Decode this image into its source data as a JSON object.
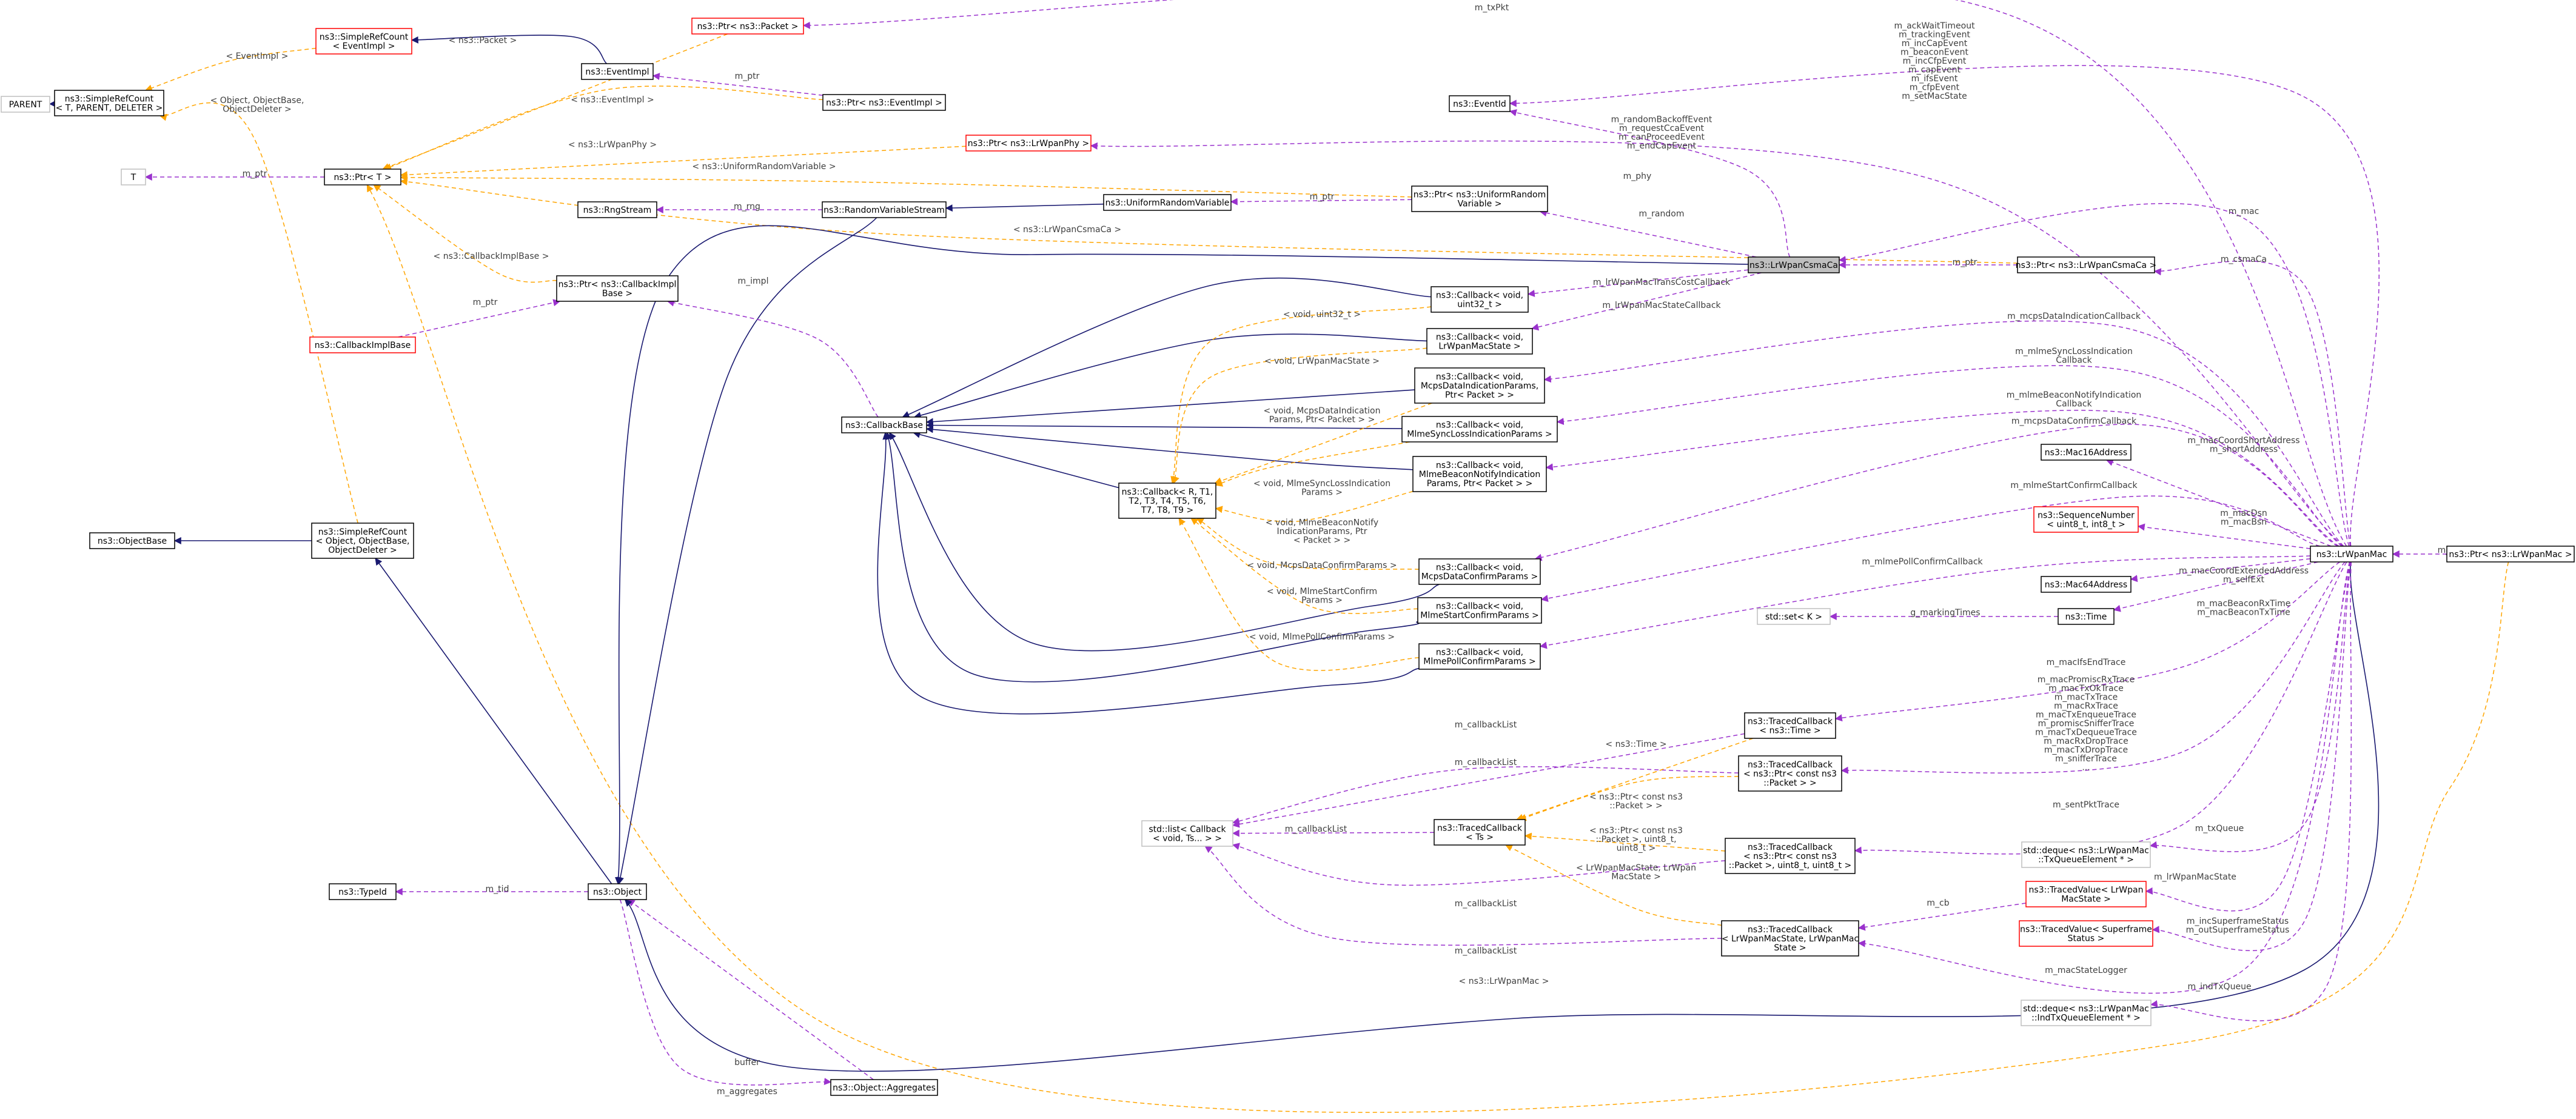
{
  "nodes": [
    {
      "id": "parent",
      "kind": "gray",
      "lines": [
        "PARENT"
      ]
    },
    {
      "id": "src_t",
      "kind": "black",
      "lines": [
        "ns3::SimpleRefCount",
        "< T, PARENT, DELETER >"
      ]
    },
    {
      "id": "src_ev",
      "kind": "red",
      "lines": [
        "ns3::SimpleRefCount",
        "< EventImpl >"
      ]
    },
    {
      "id": "t",
      "kind": "gray",
      "lines": [
        "T"
      ]
    },
    {
      "id": "ptr_t",
      "kind": "black",
      "lines": [
        "ns3::Ptr< T >"
      ]
    },
    {
      "id": "rng",
      "kind": "black",
      "lines": [
        "ns3::RngStream"
      ]
    },
    {
      "id": "ptr_cbimpl",
      "kind": "black",
      "lines": [
        "ns3::Ptr< ns3::CallbackImpl",
        "Base >"
      ]
    },
    {
      "id": "cbimplbase",
      "kind": "red",
      "lines": [
        "ns3::CallbackImplBase"
      ]
    },
    {
      "id": "objbase",
      "kind": "black",
      "lines": [
        "ns3::ObjectBase"
      ]
    },
    {
      "id": "src_obj",
      "kind": "black",
      "lines": [
        "ns3::SimpleRefCount",
        "< Object, ObjectBase,",
        "ObjectDeleter >"
      ]
    },
    {
      "id": "typeid",
      "kind": "black",
      "lines": [
        "ns3::TypeId"
      ]
    },
    {
      "id": "object",
      "kind": "black",
      "lines": [
        "ns3::Object"
      ]
    },
    {
      "id": "aggregates",
      "kind": "black",
      "lines": [
        "ns3::Object::Aggregates"
      ]
    },
    {
      "id": "ptr_packet",
      "kind": "red",
      "lines": [
        "ns3::Ptr< ns3::Packet >"
      ]
    },
    {
      "id": "eventimpl",
      "kind": "black",
      "lines": [
        "ns3::EventImpl"
      ]
    },
    {
      "id": "ptr_eventimpl",
      "kind": "black",
      "lines": [
        "ns3::Ptr< ns3::EventImpl >"
      ]
    },
    {
      "id": "ptr_phy",
      "kind": "red",
      "lines": [
        "ns3::Ptr< ns3::LrWpanPhy >"
      ]
    },
    {
      "id": "rvs",
      "kind": "black",
      "lines": [
        "ns3::RandomVariableStream"
      ]
    },
    {
      "id": "urv",
      "kind": "black",
      "lines": [
        "ns3::UniformRandomVariable"
      ]
    },
    {
      "id": "ptr_urv",
      "kind": "black",
      "lines": [
        "ns3::Ptr< ns3::UniformRandom",
        "Variable >"
      ]
    },
    {
      "id": "eventid",
      "kind": "black",
      "lines": [
        "ns3::EventId"
      ]
    },
    {
      "id": "csmaca",
      "kind": "focus",
      "lines": [
        "ns3::LrWpanCsmaCa"
      ]
    },
    {
      "id": "ptr_csmaca",
      "kind": "black",
      "lines": [
        "ns3::Ptr< ns3::LrWpanCsmaCa >"
      ]
    },
    {
      "id": "cbbase",
      "kind": "black",
      "lines": [
        "ns3::CallbackBase"
      ]
    },
    {
      "id": "cb_template",
      "kind": "black",
      "lines": [
        "ns3::Callback< R, T1,",
        "T2, T3, T4, T5, T6,",
        "T7, T8, T9 >"
      ]
    },
    {
      "id": "cb_u32",
      "kind": "black",
      "lines": [
        "ns3::Callback< void,",
        "uint32_t >"
      ]
    },
    {
      "id": "cb_macstate",
      "kind": "black",
      "lines": [
        "ns3::Callback< void,",
        "LrWpanMacState >"
      ]
    },
    {
      "id": "cb_mcpsind",
      "kind": "black",
      "lines": [
        "ns3::Callback< void,",
        "McpsDataIndicationParams,",
        "Ptr< Packet > >"
      ]
    },
    {
      "id": "cb_syncloss",
      "kind": "black",
      "lines": [
        "ns3::Callback< void,",
        "MlmeSyncLossIndicationParams >"
      ]
    },
    {
      "id": "cb_beacon",
      "kind": "black",
      "lines": [
        "ns3::Callback< void,",
        "MlmeBeaconNotifyIndication",
        "Params, Ptr< Packet > >"
      ]
    },
    {
      "id": "cb_mcpsconf",
      "kind": "black",
      "lines": [
        "ns3::Callback< void,",
        "McpsDataConfirmParams >"
      ]
    },
    {
      "id": "cb_startconf",
      "kind": "black",
      "lines": [
        "ns3::Callback< void,",
        "MlmeStartConfirmParams >"
      ]
    },
    {
      "id": "cb_pollconf",
      "kind": "black",
      "lines": [
        "ns3::Callback< void,",
        "MlmePollConfirmParams >"
      ]
    },
    {
      "id": "stdlist",
      "kind": "gray",
      "lines": [
        "std::list< Callback",
        "< void, Ts... > >"
      ]
    },
    {
      "id": "tcb_time",
      "kind": "black",
      "lines": [
        "ns3::TracedCallback",
        "< ns3::Time >"
      ]
    },
    {
      "id": "tcb_pkt",
      "kind": "black",
      "lines": [
        "ns3::TracedCallback",
        "< ns3::Ptr< const ns3",
        "::Packet > >"
      ]
    },
    {
      "id": "tcb_ts",
      "kind": "black",
      "lines": [
        "ns3::TracedCallback",
        "< Ts >"
      ]
    },
    {
      "id": "tcb_pkt2",
      "kind": "black",
      "lines": [
        "ns3::TracedCallback",
        "< ns3::Ptr< const ns3",
        "::Packet >, uint8_t, uint8_t >"
      ]
    },
    {
      "id": "tcb_state",
      "kind": "black",
      "lines": [
        "ns3::TracedCallback",
        "< LrWpanMacState, LrWpanMac",
        "State >"
      ]
    },
    {
      "id": "mac16",
      "kind": "black",
      "lines": [
        "ns3::Mac16Address"
      ]
    },
    {
      "id": "seqnum",
      "kind": "red",
      "lines": [
        "ns3::SequenceNumber",
        "< uint8_t, int8_t >"
      ]
    },
    {
      "id": "mac64",
      "kind": "black",
      "lines": [
        "ns3::Mac64Address"
      ]
    },
    {
      "id": "stdset",
      "kind": "gray",
      "lines": [
        "std::set< K >"
      ]
    },
    {
      "id": "time",
      "kind": "black",
      "lines": [
        "ns3::Time"
      ]
    },
    {
      "id": "deque_tx",
      "kind": "gray",
      "lines": [
        "std::deque< ns3::LrWpanMac",
        "::TxQueueElement * >"
      ]
    },
    {
      "id": "tv_state",
      "kind": "red",
      "lines": [
        "ns3::TracedValue< LrWpan",
        "MacState >"
      ]
    },
    {
      "id": "tv_sf",
      "kind": "red",
      "lines": [
        "ns3::TracedValue< Superframe",
        "Status >"
      ]
    },
    {
      "id": "deque_ind",
      "kind": "gray",
      "lines": [
        "std::deque< ns3::LrWpanMac",
        "::IndTxQueueElement * >"
      ]
    },
    {
      "id": "lrwpanmac",
      "kind": "black",
      "lines": [
        "ns3::LrWpanMac"
      ]
    },
    {
      "id": "ptr_mac",
      "kind": "black",
      "lines": [
        "ns3::Ptr< ns3::LrWpanMac >"
      ]
    }
  ],
  "edges": [
    {
      "id": "e01",
      "kind": "inh",
      "from": "src_t",
      "to": "parent",
      "label": []
    },
    {
      "id": "e02",
      "kind": "tpl",
      "from": "src_ev",
      "to": "src_t",
      "label": [
        "< EventImpl >"
      ]
    },
    {
      "id": "e03",
      "kind": "inh",
      "from": "eventimpl",
      "to": "src_ev",
      "label": []
    },
    {
      "id": "e04",
      "kind": "tpl",
      "from": "src_obj",
      "to": "src_t",
      "label": [
        "< Object, ObjectBase,",
        "ObjectDeleter >"
      ]
    },
    {
      "id": "e05",
      "kind": "inh",
      "from": "src_obj",
      "to": "objbase",
      "label": []
    },
    {
      "id": "e06",
      "kind": "use",
      "from": "ptr_t",
      "to": "t",
      "label": [
        "m_ptr"
      ]
    },
    {
      "id": "e07",
      "kind": "tpl",
      "from": "ptr_packet",
      "to": "ptr_t",
      "label": [
        "< ns3::Packet >"
      ]
    },
    {
      "id": "e08",
      "kind": "tpl",
      "from": "ptr_eventimpl",
      "to": "ptr_t",
      "label": [
        "< ns3::EventImpl >"
      ]
    },
    {
      "id": "e09",
      "kind": "tpl",
      "from": "ptr_phy",
      "to": "ptr_t",
      "label": [
        "< ns3::LrWpanPhy >"
      ]
    },
    {
      "id": "e10",
      "kind": "tpl",
      "from": "ptr_urv",
      "to": "ptr_t",
      "label": [
        "< ns3::UniformRandomVariable >"
      ]
    },
    {
      "id": "e11",
      "kind": "tpl",
      "from": "ptr_csmaca",
      "to": "ptr_t",
      "label": [
        "< ns3::LrWpanCsmaCa >"
      ]
    },
    {
      "id": "e12",
      "kind": "tpl",
      "from": "ptr_cbimpl",
      "to": "ptr_t",
      "label": [
        "< ns3::CallbackImplBase >"
      ]
    },
    {
      "id": "e13",
      "kind": "tpl",
      "from": "ptr_mac",
      "to": "ptr_t",
      "label": [
        "< ns3::LrWpanMac >"
      ]
    },
    {
      "id": "e14",
      "kind": "use",
      "from": "ptr_eventimpl",
      "to": "eventimpl",
      "label": [
        "m_ptr"
      ]
    },
    {
      "id": "e15",
      "kind": "use",
      "from": "rvs",
      "to": "rng",
      "label": [
        "m_rng"
      ]
    },
    {
      "id": "e16",
      "kind": "inh",
      "from": "urv",
      "to": "rvs",
      "label": []
    },
    {
      "id": "e17",
      "kind": "inh",
      "from": "rvs",
      "to": "object",
      "label": []
    },
    {
      "id": "e18",
      "kind": "use",
      "from": "ptr_urv",
      "to": "urv",
      "label": [
        "m_ptr"
      ]
    },
    {
      "id": "e19",
      "kind": "use",
      "from": "cbimplbase",
      "to": "ptr_cbimpl",
      "label": [
        "m_ptr"
      ]
    },
    {
      "id": "e20",
      "kind": "use",
      "from": "cbbase",
      "to": "ptr_cbimpl",
      "label": [
        "m_impl"
      ]
    },
    {
      "id": "e21",
      "kind": "inh",
      "from": "object",
      "to": "src_obj",
      "label": []
    },
    {
      "id": "e22",
      "kind": "use",
      "from": "object",
      "to": "typeid",
      "label": [
        "m_tid"
      ]
    },
    {
      "id": "e23",
      "kind": "use",
      "from": "aggregates",
      "to": "object",
      "label": [
        "buffer"
      ]
    },
    {
      "id": "e24",
      "kind": "use",
      "from": "object",
      "to": "aggregates",
      "label": [
        "m_aggregates"
      ]
    },
    {
      "id": "e25",
      "kind": "inh",
      "from": "csmaca",
      "to": "object",
      "label": []
    },
    {
      "id": "e26",
      "kind": "use",
      "from": "ptr_csmaca",
      "to": "csmaca",
      "label": [
        "m_ptr"
      ]
    },
    {
      "id": "e27",
      "kind": "use",
      "from": "csmaca",
      "to": "eventid",
      "label": [
        "m_randomBackoffEvent",
        "m_requestCcaEvent",
        "m_canProceedEvent",
        "m_endCapEvent"
      ]
    },
    {
      "id": "e28",
      "kind": "use",
      "from": "csmaca",
      "to": "ptr_urv",
      "label": [
        "m_random"
      ]
    },
    {
      "id": "e29",
      "kind": "use",
      "from": "csmaca",
      "to": "cb_u32",
      "label": [
        "m_lrWpanMacTransCostCallback"
      ]
    },
    {
      "id": "e30",
      "kind": "use",
      "from": "csmaca",
      "to": "cb_macstate",
      "label": [
        "m_lrWpanMacStateCallback"
      ]
    },
    {
      "id": "e31",
      "kind": "inh",
      "from": "cb_template",
      "to": "cbbase",
      "label": []
    },
    {
      "id": "e32",
      "kind": "inh",
      "from": "cb_u32",
      "to": "cbbase",
      "label": []
    },
    {
      "id": "e33",
      "kind": "inh",
      "from": "cb_macstate",
      "to": "cbbase",
      "label": []
    },
    {
      "id": "e34",
      "kind": "inh",
      "from": "cb_mcpsind",
      "to": "cbbase",
      "label": []
    },
    {
      "id": "e35",
      "kind": "inh",
      "from": "cb_syncloss",
      "to": "cbbase",
      "label": []
    },
    {
      "id": "e36",
      "kind": "inh",
      "from": "cb_beacon",
      "to": "cbbase",
      "label": []
    },
    {
      "id": "e37",
      "kind": "inh",
      "from": "cb_mcpsconf",
      "to": "cbbase",
      "label": []
    },
    {
      "id": "e38",
      "kind": "inh",
      "from": "cb_startconf",
      "to": "cbbase",
      "label": []
    },
    {
      "id": "e39",
      "kind": "inh",
      "from": "cb_pollconf",
      "to": "cbbase",
      "label": []
    },
    {
      "id": "e40",
      "kind": "tpl",
      "from": "cb_u32",
      "to": "cb_template",
      "label": [
        "< void, uint32_t >"
      ]
    },
    {
      "id": "e41",
      "kind": "tpl",
      "from": "cb_macstate",
      "to": "cb_template",
      "label": [
        "< void, LrWpanMacState >"
      ]
    },
    {
      "id": "e42",
      "kind": "tpl",
      "from": "cb_mcpsind",
      "to": "cb_template",
      "label": [
        "< void, McpsDataIndication",
        "Params, Ptr< Packet > >"
      ]
    },
    {
      "id": "e43",
      "kind": "tpl",
      "from": "cb_syncloss",
      "to": "cb_template",
      "label": [
        "< void, MlmeSyncLossIndication",
        "Params >"
      ]
    },
    {
      "id": "e44",
      "kind": "tpl",
      "from": "cb_beacon",
      "to": "cb_template",
      "label": [
        "< void, MlmeBeaconNotify",
        "IndicationParams, Ptr",
        "< Packet > >"
      ]
    },
    {
      "id": "e45",
      "kind": "tpl",
      "from": "cb_mcpsconf",
      "to": "cb_template",
      "label": [
        "< void, McpsDataConfirmParams >"
      ]
    },
    {
      "id": "e46",
      "kind": "tpl",
      "from": "cb_startconf",
      "to": "cb_template",
      "label": [
        "< void, MlmeStartConfirm",
        "Params >"
      ]
    },
    {
      "id": "e47",
      "kind": "tpl",
      "from": "cb_pollconf",
      "to": "cb_template",
      "label": [
        "< void, MlmePollConfirmParams >"
      ]
    },
    {
      "id": "e48",
      "kind": "use",
      "from": "tcb_time",
      "to": "stdlist",
      "label": [
        "m_callbackList"
      ]
    },
    {
      "id": "e49",
      "kind": "use",
      "from": "tcb_pkt",
      "to": "stdlist",
      "label": [
        "m_callbackList"
      ]
    },
    {
      "id": "e50",
      "kind": "use",
      "from": "tcb_ts",
      "to": "stdlist",
      "label": [
        "m_callbackList"
      ]
    },
    {
      "id": "e51",
      "kind": "use",
      "from": "tcb_pkt2",
      "to": "stdlist",
      "label": [
        "m_callbackList"
      ]
    },
    {
      "id": "e52",
      "kind": "use",
      "from": "tcb_state",
      "to": "stdlist",
      "label": [
        "m_callbackList"
      ]
    },
    {
      "id": "e53",
      "kind": "tpl",
      "from": "tcb_time",
      "to": "tcb_ts",
      "label": [
        "< ns3::Time >"
      ]
    },
    {
      "id": "e54",
      "kind": "tpl",
      "from": "tcb_pkt",
      "to": "tcb_ts",
      "label": [
        "< ns3::Ptr< const ns3",
        "::Packet > >"
      ]
    },
    {
      "id": "e55",
      "kind": "tpl",
      "from": "tcb_pkt2",
      "to": "tcb_ts",
      "label": [
        "< ns3::Ptr< const ns3",
        "::Packet >, uint8_t,",
        "uint8_t >"
      ]
    },
    {
      "id": "e56",
      "kind": "tpl",
      "from": "tcb_state",
      "to": "tcb_ts",
      "label": [
        "< LrWpanMacState, LrWpan",
        "MacState >"
      ]
    },
    {
      "id": "e57",
      "kind": "use",
      "from": "time",
      "to": "stdset",
      "label": [
        "g_markingTimes"
      ]
    },
    {
      "id": "e58",
      "kind": "inh",
      "from": "lrwpanmac",
      "to": "object",
      "label": []
    },
    {
      "id": "e59",
      "kind": "use",
      "from": "ptr_mac",
      "to": "lrwpanmac",
      "label": [
        "m_ptr"
      ]
    },
    {
      "id": "e60",
      "kind": "use",
      "from": "lrwpanmac",
      "to": "ptr_packet",
      "label": [
        "m_txPkt"
      ]
    },
    {
      "id": "e61",
      "kind": "use",
      "from": "lrwpanmac",
      "to": "eventid",
      "label": [
        "m_ackWaitTimeout",
        "m_trackingEvent",
        "m_incCapEvent",
        "m_beaconEvent",
        "m_incCfpEvent",
        "m_capEvent",
        "m_ifsEvent",
        "m_cfpEvent",
        "m_setMacState"
      ]
    },
    {
      "id": "e62",
      "kind": "use",
      "from": "lrwpanmac",
      "to": "ptr_phy",
      "label": [
        "m_phy"
      ]
    },
    {
      "id": "e63",
      "kind": "use",
      "from": "lrwpanmac",
      "to": "ptr_csmaca",
      "label": [
        "m_csmaCa"
      ]
    },
    {
      "id": "e64",
      "kind": "use",
      "from": "lrwpanmac",
      "to": "csmaca",
      "label": [
        "m_mac"
      ]
    },
    {
      "id": "e65",
      "kind": "use",
      "from": "lrwpanmac",
      "to": "cb_mcpsind",
      "label": [
        "m_mcpsDataIndicationCallback"
      ]
    },
    {
      "id": "e66",
      "kind": "use",
      "from": "lrwpanmac",
      "to": "cb_syncloss",
      "label": [
        "m_mlmeSyncLossIndication",
        "Callback"
      ]
    },
    {
      "id": "e67",
      "kind": "use",
      "from": "lrwpanmac",
      "to": "cb_beacon",
      "label": [
        "m_mlmeBeaconNotifyIndication",
        "Callback"
      ]
    },
    {
      "id": "e68",
      "kind": "use",
      "from": "lrwpanmac",
      "to": "cb_mcpsconf",
      "label": [
        "m_mcpsDataConfirmCallback"
      ]
    },
    {
      "id": "e69",
      "kind": "use",
      "from": "lrwpanmac",
      "to": "cb_startconf",
      "label": [
        "m_mlmeStartConfirmCallback"
      ]
    },
    {
      "id": "e70",
      "kind": "use",
      "from": "lrwpanmac",
      "to": "cb_pollconf",
      "label": [
        "m_mlmePollConfirmCallback"
      ]
    },
    {
      "id": "e71",
      "kind": "use",
      "from": "lrwpanmac",
      "to": "mac16",
      "label": [
        "m_macCoordShortAddress",
        "m_shortAddress"
      ]
    },
    {
      "id": "e72",
      "kind": "use",
      "from": "lrwpanmac",
      "to": "seqnum",
      "label": [
        "m_macDsn",
        "m_macBsn"
      ]
    },
    {
      "id": "e73",
      "kind": "use",
      "from": "lrwpanmac",
      "to": "mac64",
      "label": [
        "m_macCoordExtendedAddress",
        "m_selfExt"
      ]
    },
    {
      "id": "e74",
      "kind": "use",
      "from": "lrwpanmac",
      "to": "time",
      "label": [
        "m_macBeaconRxTime",
        "m_macBeaconTxTime"
      ]
    },
    {
      "id": "e75",
      "kind": "use",
      "from": "lrwpanmac",
      "to": "tcb_time",
      "label": [
        "m_macIfsEndTrace"
      ]
    },
    {
      "id": "e76",
      "kind": "use",
      "from": "lrwpanmac",
      "to": "tcb_pkt",
      "label": [
        "m_macPromiscRxTrace",
        "m_macTxOkTrace",
        "m_macTxTrace",
        "m_macRxTrace",
        "m_macTxEnqueueTrace",
        "m_promiscSnifferTrace",
        "m_macTxDequeueTrace",
        "m_macRxDropTrace",
        "m_macTxDropTrace",
        "m_snifferTrace",
        "..."
      ]
    },
    {
      "id": "e77",
      "kind": "use",
      "from": "lrwpanmac",
      "to": "tcb_pkt2",
      "label": [
        "m_sentPktTrace"
      ]
    },
    {
      "id": "e78",
      "kind": "use",
      "from": "lrwpanmac",
      "to": "deque_tx",
      "label": [
        "m_txQueue"
      ]
    },
    {
      "id": "e79",
      "kind": "use",
      "from": "lrwpanmac",
      "to": "tv_state",
      "label": [
        "m_lrWpanMacState"
      ]
    },
    {
      "id": "e80",
      "kind": "use",
      "from": "tv_state",
      "to": "tcb_state",
      "label": [
        "m_cb"
      ]
    },
    {
      "id": "e81",
      "kind": "use",
      "from": "lrwpanmac",
      "to": "tv_sf",
      "label": [
        "m_incSuperframeStatus",
        "m_outSuperframeStatus"
      ]
    },
    {
      "id": "e82",
      "kind": "use",
      "from": "lrwpanmac",
      "to": "tcb_state",
      "label": [
        "m_macStateLogger"
      ]
    },
    {
      "id": "e83",
      "kind": "use",
      "from": "lrwpanmac",
      "to": "deque_ind",
      "label": [
        "m_indTxQueue"
      ]
    }
  ]
}
